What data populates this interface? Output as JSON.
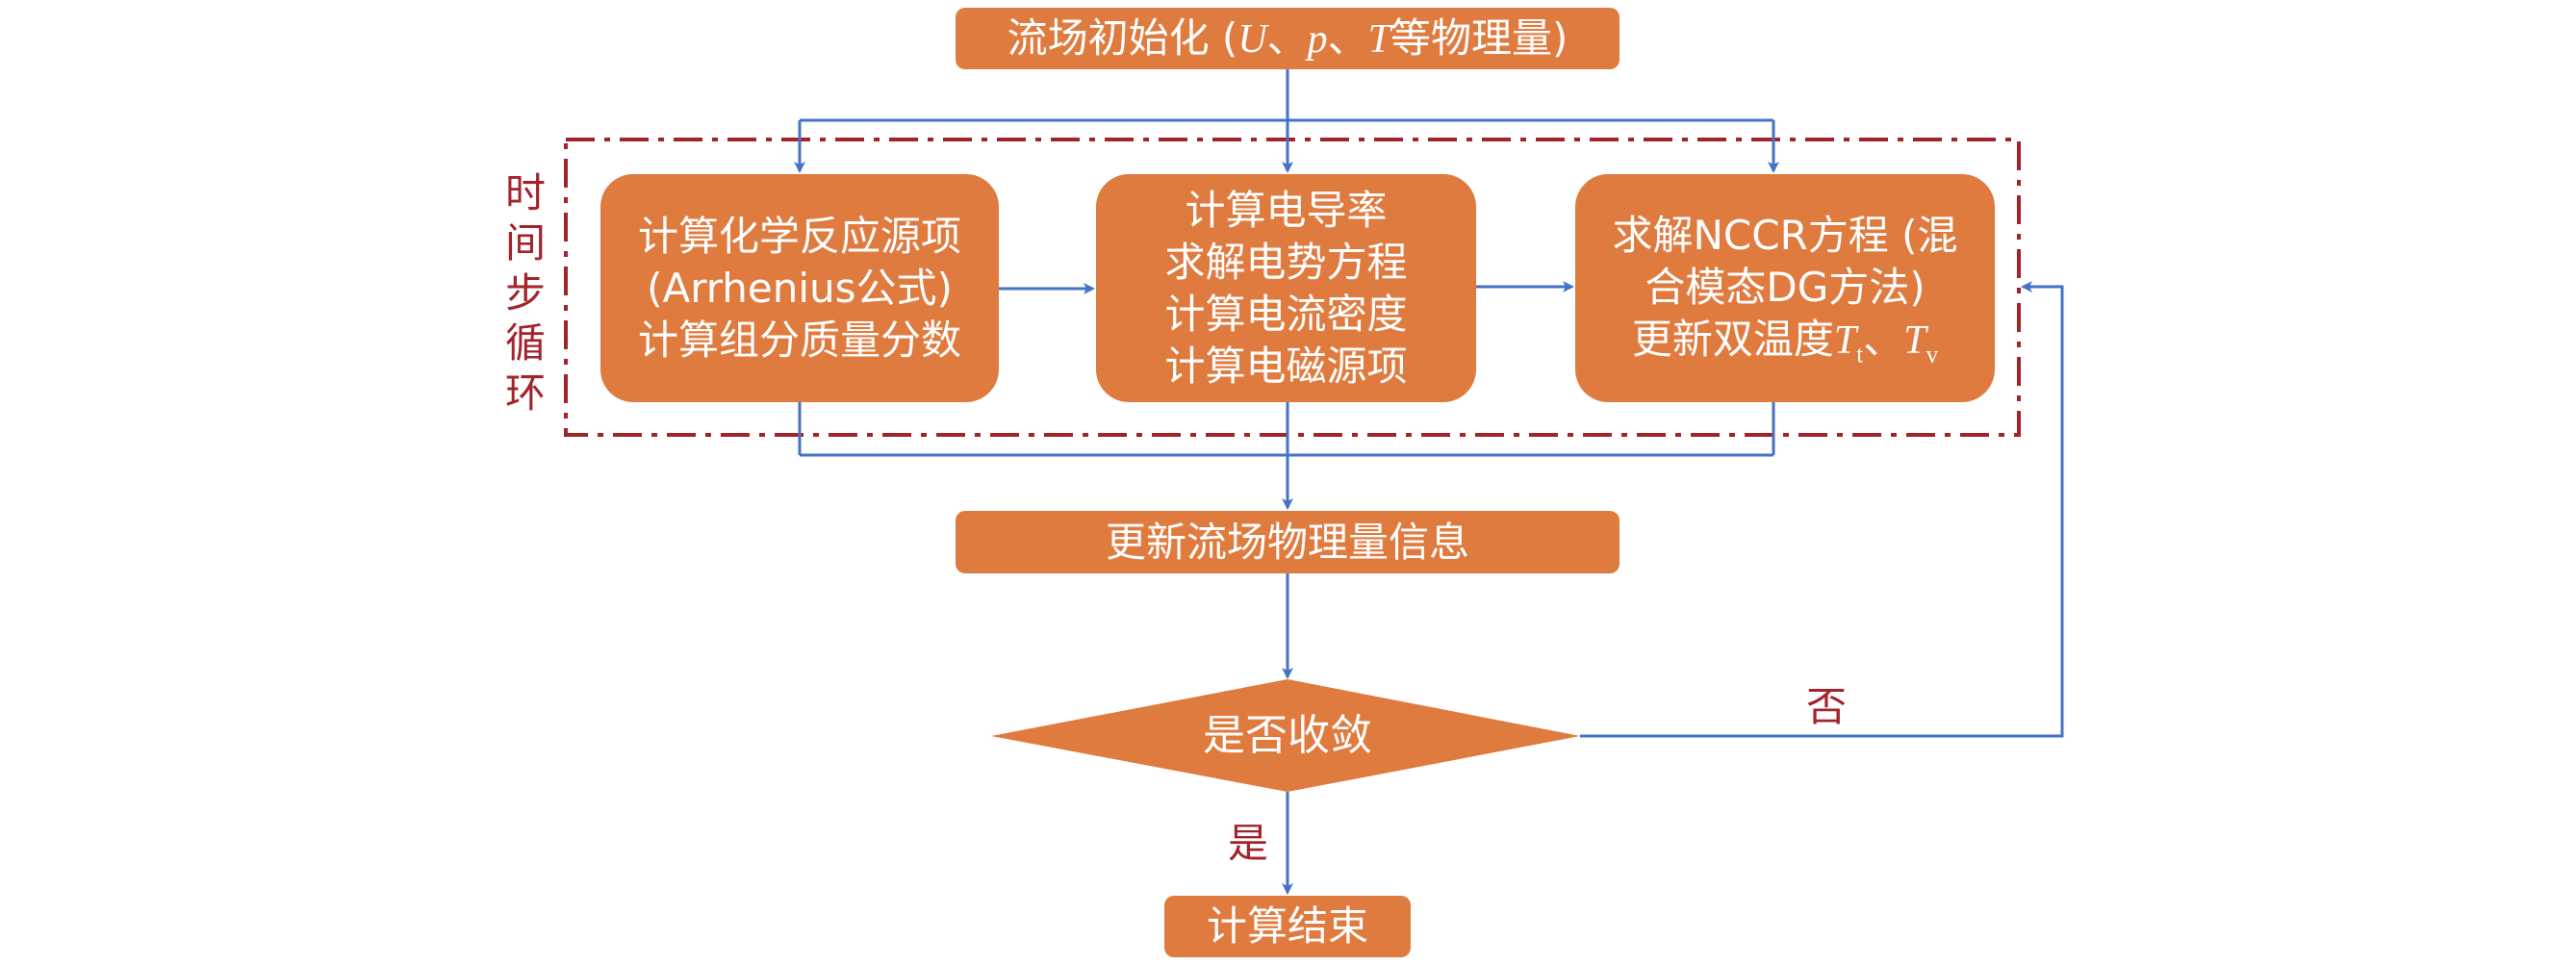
{
  "nodes": {
    "init": {
      "parts": [
        "流场初始化 (",
        "U",
        "、",
        "p",
        "、",
        "T",
        "等物理量)"
      ]
    },
    "chem": {
      "lines": [
        "计算化学反应源项",
        "(Arrhenius公式)",
        "计算组分质量分数"
      ]
    },
    "elec": {
      "lines": [
        "计算电导率",
        "求解电势方程",
        "计算电流密度",
        "计算电磁源项"
      ]
    },
    "nccr": {
      "line1": "求解NCCR方程 (混",
      "line2": "合模态DG方法)",
      "line3_prefix": "更新双温度",
      "T": "T",
      "sub_t": "t",
      "sep": "、",
      "sub_v": "v"
    },
    "update": {
      "label": "更新流场物理量信息"
    },
    "converge": {
      "label": "是否收敛"
    },
    "end": {
      "label": "计算结束"
    }
  },
  "edge_labels": {
    "yes": "是",
    "no": "否"
  },
  "loop_label": [
    "时",
    "间",
    "步",
    "循",
    "环"
  ],
  "colors": {
    "node_fill": "#E07B3F",
    "node_text": "#FFFFFF",
    "arrow": "#4472C4",
    "loop_border": "#A3232B",
    "label_text": "#A3232B"
  }
}
